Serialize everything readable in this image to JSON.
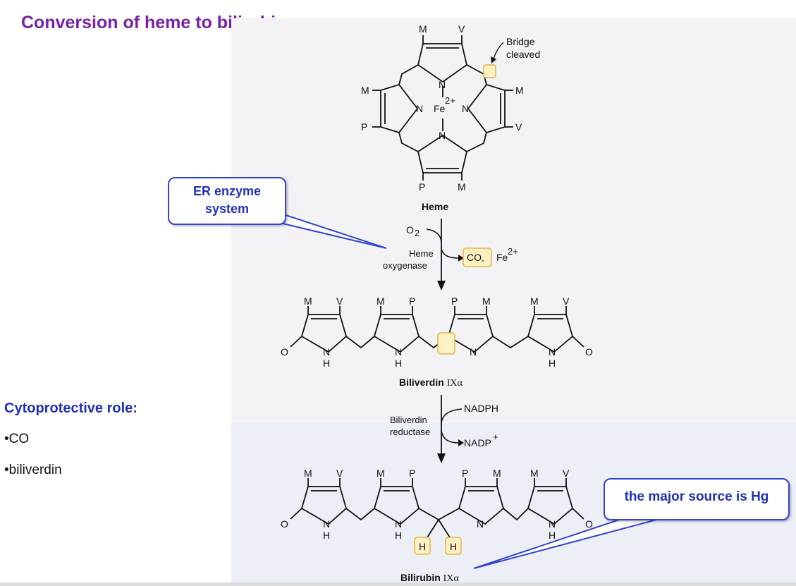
{
  "title": "Conversion of heme to bilirubin:",
  "callouts": {
    "er": "ER enzyme\nsystem",
    "hg": "the major source is Hg"
  },
  "cytoprotective": {
    "heading": "Cytoprotective role:",
    "items": [
      "CO",
      "biliverdin"
    ]
  },
  "scheme": {
    "bridge_label": [
      "Bridge",
      "cleaved"
    ],
    "heme_label": "Heme",
    "fe_label": "Fe",
    "fe_charge": "2+",
    "o2": "O",
    "o2_sub": "2",
    "enzyme1": [
      "Heme",
      "oxygenase"
    ],
    "products1_co": "CO,",
    "products1_fe": "Fe",
    "products1_fe_charge": "2+",
    "biliverdin_name": "Biliverdin",
    "biliverdin_isomer": "IXα",
    "enzyme2": [
      "Biliverdin",
      "reductase"
    ],
    "nadph": "NADPH",
    "nadp": "NADP",
    "nadp_sup": "+",
    "bilirubin_name": "Bilirubin",
    "bilirubin_isomer": "IXα",
    "heme_substituents": {
      "top_left": "M",
      "top_right": "V",
      "left_top": "M",
      "right_top": "M",
      "left_bottom": "P",
      "right_bottom": "V",
      "bottom_left": "P",
      "bottom_right": "M"
    },
    "chain_substituents": [
      "M",
      "V",
      "M",
      "P",
      "P",
      "M",
      "M",
      "V"
    ],
    "atom_N": "N",
    "atom_H": "H",
    "atom_O": "O"
  }
}
